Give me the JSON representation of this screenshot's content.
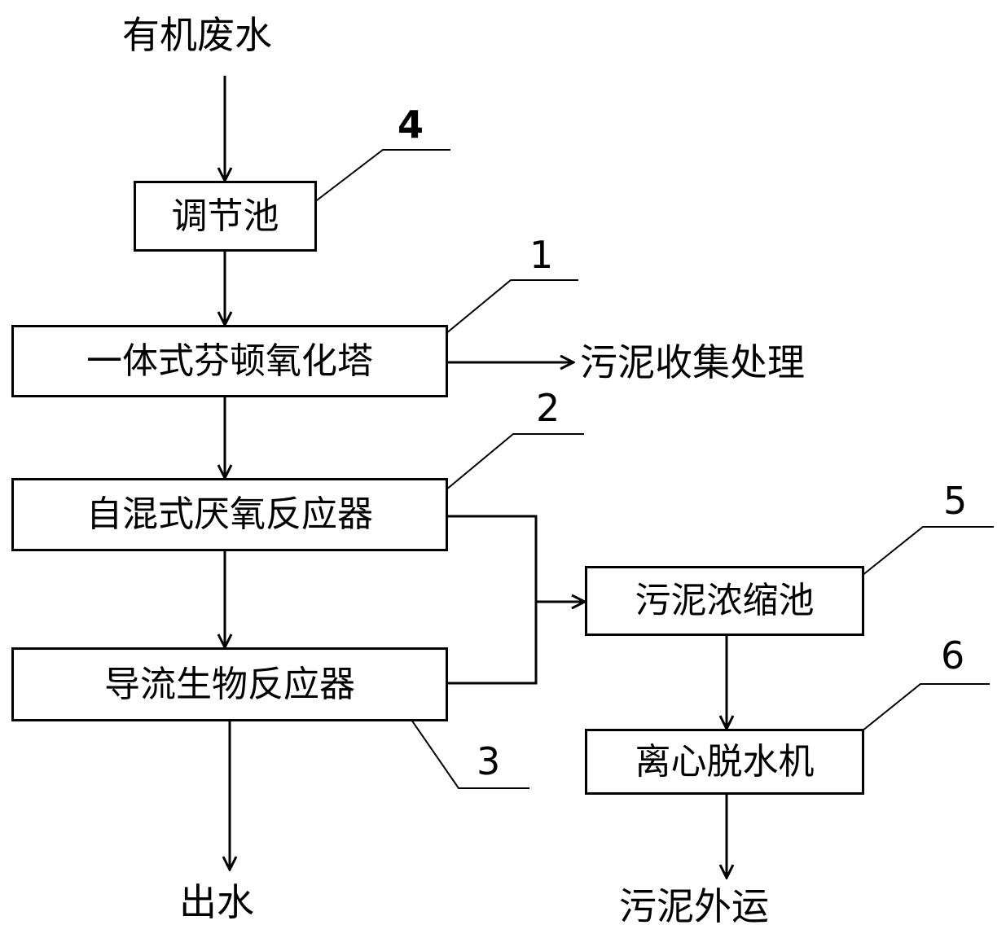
{
  "inputs": {
    "organic_wastewater": "有机废水"
  },
  "boxes": {
    "regulating_tank": "调节池",
    "fenton_tower": "一体式芬顿氧化塔",
    "anaerobic_reactor": "自混式厌氧反应器",
    "bioreactor": "导流生物反应器",
    "sludge_thickener": "污泥浓缩池",
    "centrifuge": "离心脱水机"
  },
  "outputs": {
    "sludge_collection": "污泥收集处理",
    "effluent": "出水",
    "sludge_export": "污泥外运"
  },
  "callouts": {
    "n1": "1",
    "n2": "2",
    "n3": "3",
    "n4": "4",
    "n5": "5",
    "n6": "6"
  }
}
